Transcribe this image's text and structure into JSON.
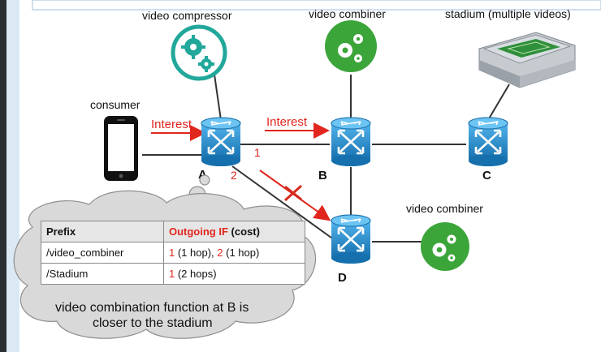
{
  "labels": {
    "video_compressor": "video compressor",
    "video_combiner_top": "video combiner",
    "stadium": "stadium (multiple videos)",
    "consumer": "consumer",
    "video_combiner_right": "video combiner",
    "interest_1": "Interest",
    "interest_2": "Interest",
    "node_a": "A",
    "node_b": "B",
    "node_c": "C",
    "node_d": "D",
    "if_1": "1",
    "if_2": "2"
  },
  "fib_table": {
    "header_prefix": "Prefix",
    "header_outgoing": "Outgoing IF",
    "header_cost": "(cost)",
    "rows": [
      {
        "prefix": "/video_combiner",
        "if_a": "1",
        "cost_a": "(1 hop),",
        "if_b": "2",
        "cost_b": "(1 hop)"
      },
      {
        "prefix": "/Stadium",
        "if_a": "1",
        "cost_a": "(2 hops)"
      }
    ]
  },
  "cloud_note": {
    "line1": "video combination function at B is",
    "line2": "closer to the stadium"
  },
  "colors": {
    "router": "#1f86c8",
    "compressor": "#21a89a",
    "combiner": "#3ca53a",
    "interest": "#e0261d"
  },
  "icons": [
    "router-icon",
    "gear-icon",
    "smartphone-icon",
    "stadium-icon",
    "cross-icon"
  ]
}
